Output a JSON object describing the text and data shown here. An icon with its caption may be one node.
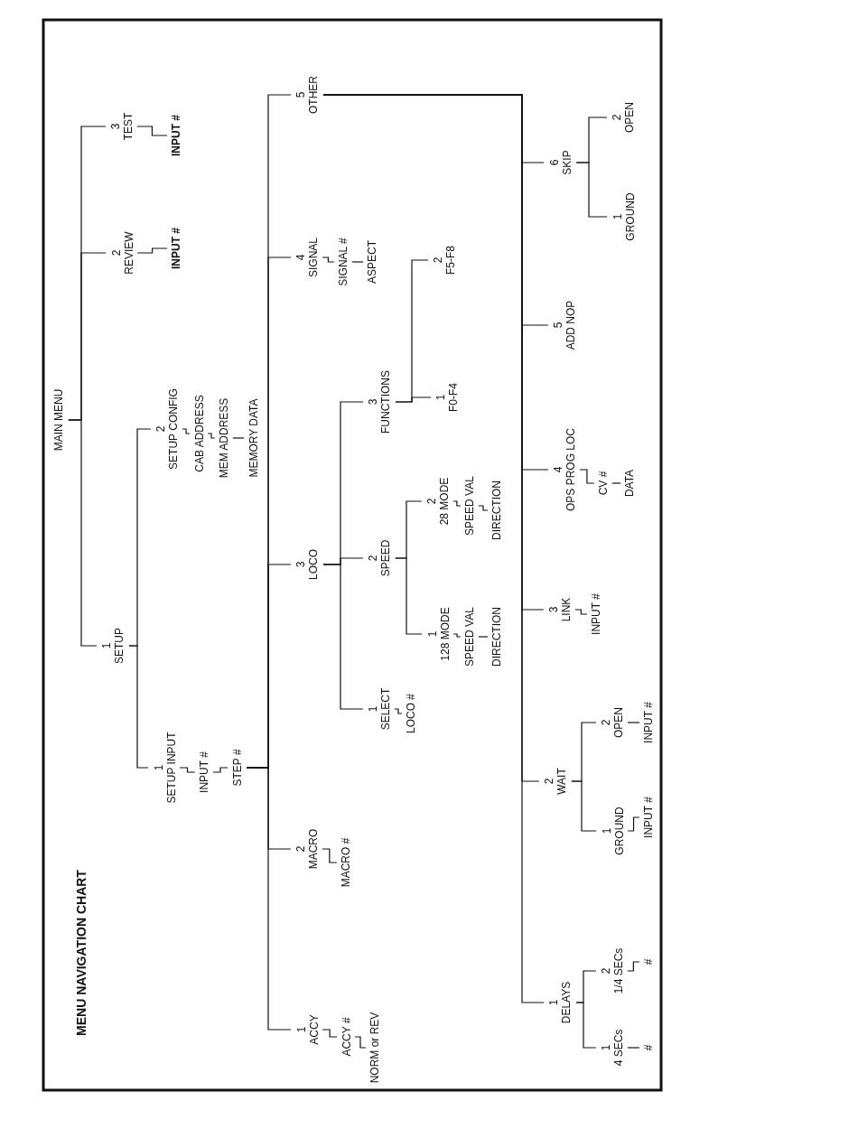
{
  "diagram": {
    "title": "MENU NAVIGATION CHART",
    "nodes": [
      {
        "text": [
          "MAIN MENU"
        ]
      },
      {
        "text": [
          "1",
          "SETUP"
        ]
      },
      {
        "text": [
          "2",
          "REVIEW"
        ]
      },
      {
        "text": [
          "3",
          "TEST"
        ]
      },
      {
        "text": [
          "INPUT #"
        ]
      },
      {
        "text": [
          "INPUT #"
        ]
      },
      {
        "text": [
          "1",
          "SETUP INPUT"
        ]
      },
      {
        "text": [
          "INPUT #"
        ]
      },
      {
        "text": [
          "STEP #"
        ]
      },
      {
        "text": [
          "2",
          "SETUP CONFIG"
        ]
      },
      {
        "text": [
          "CAB ADDRESS"
        ]
      },
      {
        "text": [
          "MEM ADDRESS"
        ]
      },
      {
        "text": [
          "MEMORY DATA"
        ]
      },
      {
        "text": [
          "1",
          "ACCY"
        ]
      },
      {
        "text": [
          "ACCY #"
        ]
      },
      {
        "text": [
          "NORM or REV"
        ]
      },
      {
        "text": [
          "2",
          "MACRO"
        ]
      },
      {
        "text": [
          "MACRO #"
        ]
      },
      {
        "text": [
          "3",
          "LOCO"
        ]
      },
      {
        "text": [
          "4",
          "SIGNAL"
        ]
      },
      {
        "text": [
          "SIGNAL #"
        ]
      },
      {
        "text": [
          "ASPECT"
        ]
      },
      {
        "text": [
          "5",
          "OTHER"
        ]
      },
      {
        "text": [
          "1",
          "SELECT"
        ]
      },
      {
        "text": [
          "LOCO #"
        ]
      },
      {
        "text": [
          "2",
          "SPEED"
        ]
      },
      {
        "text": [
          "3",
          "FUNCTIONS"
        ]
      },
      {
        "text": [
          "1",
          "128 MODE"
        ]
      },
      {
        "text": [
          "SPEED VAL"
        ]
      },
      {
        "text": [
          "DIRECTION"
        ]
      },
      {
        "text": [
          "2",
          "28 MODE"
        ]
      },
      {
        "text": [
          "SPEED VAL"
        ]
      },
      {
        "text": [
          "DIRECTION"
        ]
      },
      {
        "text": [
          "1",
          "F0-F4"
        ]
      },
      {
        "text": [
          "2",
          "F5-F8"
        ]
      },
      {
        "text": [
          "1",
          "DELAYS"
        ]
      },
      {
        "text": [
          "2",
          "WAIT"
        ]
      },
      {
        "text": [
          "3",
          "LINK"
        ]
      },
      {
        "text": [
          "4",
          "OPS PROG LOC"
        ]
      },
      {
        "text": [
          "5",
          "ADD NOP"
        ]
      },
      {
        "text": [
          "6",
          "SKIP"
        ]
      },
      {
        "text": [
          "1",
          "4 SECs"
        ]
      },
      {
        "text": [
          "2",
          "1/4 SECs"
        ]
      },
      {
        "text": [
          "#"
        ]
      },
      {
        "text": [
          "#"
        ]
      },
      {
        "text": [
          "1",
          "GROUND"
        ]
      },
      {
        "text": [
          "2",
          "OPEN"
        ]
      },
      {
        "text": [
          "INPUT #"
        ]
      },
      {
        "text": [
          "INPUT #"
        ]
      },
      {
        "text": [
          "INPUT #"
        ]
      },
      {
        "text": [
          "CV #"
        ]
      },
      {
        "text": [
          "DATA"
        ]
      },
      {
        "text": [
          "1",
          "GROUND"
        ]
      },
      {
        "text": [
          "2",
          "OPEN"
        ]
      }
    ],
    "edges": [
      {
        "from": 0,
        "to": 1,
        "arrow": "none"
      },
      {
        "from": 0,
        "to": 2,
        "arrow": "none"
      },
      {
        "from": 0,
        "to": 3,
        "arrow": "none"
      },
      {
        "from": 2,
        "to": 4,
        "arrow": "none"
      },
      {
        "from": 3,
        "to": 5,
        "arrow": "none"
      },
      {
        "from": 1,
        "to": 6,
        "arrow": "none"
      },
      {
        "from": 1,
        "to": 9,
        "arrow": "none"
      },
      {
        "from": 6,
        "to": 7,
        "arrow": "none"
      },
      {
        "from": 7,
        "to": 8,
        "arrow": "none"
      },
      {
        "from": 9,
        "to": 10,
        "arrow": "none"
      },
      {
        "from": 10,
        "to": 11,
        "arrow": "none"
      },
      {
        "from": 11,
        "to": 12,
        "arrow": "none"
      },
      {
        "from": 8,
        "to": 13,
        "arrow": "none"
      },
      {
        "from": 8,
        "to": 16,
        "arrow": "none"
      },
      {
        "from": 8,
        "to": 18,
        "arrow": "none"
      },
      {
        "from": 8,
        "to": 19,
        "arrow": "none"
      },
      {
        "from": 8,
        "to": 22,
        "arrow": "none"
      },
      {
        "from": 13,
        "to": 14,
        "arrow": "none"
      },
      {
        "from": 14,
        "to": 15,
        "arrow": "none"
      },
      {
        "from": 16,
        "to": 17,
        "arrow": "none"
      },
      {
        "from": 18,
        "to": 23,
        "arrow": "none"
      },
      {
        "from": 18,
        "to": 25,
        "arrow": "none"
      },
      {
        "from": 18,
        "to": 26,
        "arrow": "none"
      },
      {
        "from": 23,
        "to": 24,
        "arrow": "none"
      },
      {
        "from": 25,
        "to": 27,
        "arrow": "none"
      },
      {
        "from": 25,
        "to": 30,
        "arrow": "none"
      },
      {
        "from": 27,
        "to": 28,
        "arrow": "none"
      },
      {
        "from": 28,
        "to": 29,
        "arrow": "none"
      },
      {
        "from": 30,
        "to": 31,
        "arrow": "none"
      },
      {
        "from": 31,
        "to": 32,
        "arrow": "none"
      },
      {
        "from": 26,
        "to": 33,
        "arrow": "none"
      },
      {
        "from": 26,
        "to": 34,
        "arrow": "none"
      },
      {
        "from": 19,
        "to": 20,
        "arrow": "none"
      },
      {
        "from": 20,
        "to": 21,
        "arrow": "none"
      },
      {
        "from": 22,
        "to": 35,
        "arrow": "none"
      },
      {
        "from": 22,
        "to": 36,
        "arrow": "none"
      },
      {
        "from": 22,
        "to": 37,
        "arrow": "none"
      },
      {
        "from": 22,
        "to": 38,
        "arrow": "none"
      },
      {
        "from": 22,
        "to": 39,
        "arrow": "none"
      },
      {
        "from": 22,
        "to": 40,
        "arrow": "none"
      },
      {
        "from": 35,
        "to": 41,
        "arrow": "none"
      },
      {
        "from": 35,
        "to": 42,
        "arrow": "none"
      },
      {
        "from": 41,
        "to": 43,
        "arrow": "none"
      },
      {
        "from": 42,
        "to": 44,
        "arrow": "none"
      },
      {
        "from": 36,
        "to": 45,
        "arrow": "none"
      },
      {
        "from": 36,
        "to": 46,
        "arrow": "none"
      },
      {
        "from": 45,
        "to": 47,
        "arrow": "none"
      },
      {
        "from": 46,
        "to": 48,
        "arrow": "none"
      },
      {
        "from": 37,
        "to": 49,
        "arrow": "none"
      },
      {
        "from": 38,
        "to": 50,
        "arrow": "none"
      },
      {
        "from": 50,
        "to": 51,
        "arrow": "none"
      },
      {
        "from": 40,
        "to": 52,
        "arrow": "none"
      },
      {
        "from": 40,
        "to": 53,
        "arrow": "none"
      }
    ]
  }
}
